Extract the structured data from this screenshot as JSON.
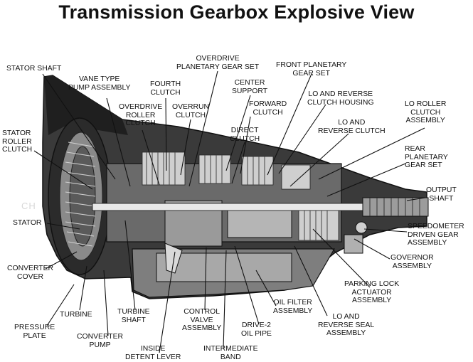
{
  "title": "Transmission Gearbox Explosive View",
  "colors": {
    "ink": "#111111",
    "case_dark": "#262626",
    "case_mid": "#6e6e6e",
    "case_light": "#bdbdbd",
    "background": "#ffffff"
  },
  "labels": {
    "stator_shaft": [
      "STATOR SHAFT"
    ],
    "vane_pump": [
      "VANE TYPE",
      "PUMP ASSEMBLY"
    ],
    "fourth_clutch": [
      "FOURTH",
      "CLUTCH"
    ],
    "overdrive_planetary": [
      "OVERDRIVE",
      "PLANETARY GEAR SET"
    ],
    "front_planetary": [
      "FRONT PLANETARY",
      "GEAR SET"
    ],
    "center_support": [
      "CENTER",
      "SUPPORT"
    ],
    "lo_reverse_housing": [
      "LO AND REVERSE",
      "CLUTCH HOUSING"
    ],
    "lo_roller_clutch": [
      "LO ROLLER",
      "CLUTCH",
      "ASSEMBLY"
    ],
    "overdrive_roller": [
      "OVERDRIVE",
      "ROLLER",
      "CLUTCH"
    ],
    "overrun_clutch": [
      "OVERRUN",
      "CLUTCH"
    ],
    "forward_clutch": [
      "FORWARD",
      "CLUTCH"
    ],
    "lo_reverse_clutch": [
      "LO AND",
      "REVERSE CLUTCH"
    ],
    "stator_roller": [
      "STATOR",
      "ROLLER",
      "CLUTCH"
    ],
    "direct_clutch": [
      "DIRECT",
      "CLUTCH"
    ],
    "rear_planetary": [
      "REAR",
      "PLANETARY",
      "GEAR SET"
    ],
    "output_shaft": [
      "OUTPUT",
      "SHAFT"
    ],
    "stator": [
      "STATOR"
    ],
    "speedometer": [
      "SPEEDOMETER",
      "DRIVEN GEAR",
      "ASSEMBLY"
    ],
    "converter_cover": [
      "CONVERTER",
      "COVER"
    ],
    "governor": [
      "GOVERNOR",
      "ASSEMBLY"
    ],
    "parking_lock": [
      "PARKING LOCK",
      "ACTUATOR",
      "ASSEMBLY"
    ],
    "oil_filter": [
      "OIL FILTER",
      "ASSEMBLY"
    ],
    "lo_reverse_seal": [
      "LO AND",
      "REVERSE SEAL",
      "ASSEMBLY"
    ],
    "turbine": [
      "TURBINE"
    ],
    "turbine_shaft": [
      "TURBINE",
      "SHAFT"
    ],
    "control_valve": [
      "CONTROL",
      "VALVE",
      "ASSEMBLY"
    ],
    "drive2_pipe": [
      "DRIVE-2",
      "OIL PIPE"
    ],
    "pressure_plate": [
      "PRESSURE",
      "PLATE"
    ],
    "converter_pump": [
      "CONVERTER",
      "PUMP"
    ],
    "detent_lever": [
      "INSIDE",
      "DETENT LEVER"
    ],
    "intermediate_band": [
      "INTERMEDIATE",
      "BAND"
    ]
  }
}
